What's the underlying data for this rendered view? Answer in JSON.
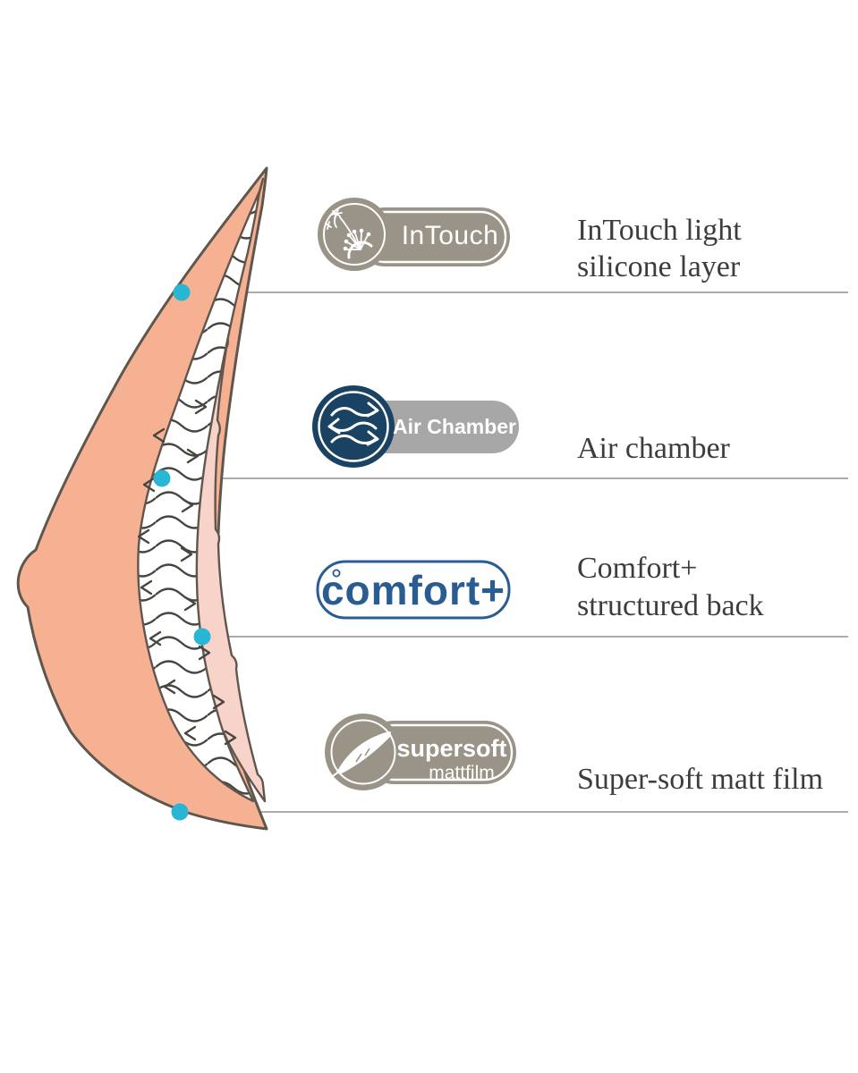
{
  "diagram": {
    "name": "breast-form-cross-section",
    "colors": {
      "body_peach": "#f6b193",
      "inner_pink": "#f8d3c9",
      "outline": "#5f574e",
      "wave_lines": "#47453f",
      "callout_dot_teal": "#29b5d4",
      "callout_line_gray": "#ababab",
      "label_text": "#3d3d3d",
      "badge_gray": "#9a9488",
      "pill_gray": "#a7a7a7",
      "navy": "#1a4363",
      "blue": "#2a5c94"
    }
  },
  "badges": {
    "intouch": {
      "text": "InTouch",
      "icon": "dandelion-icon"
    },
    "air_chamber": {
      "text": "Air Chamber",
      "icon": "air-waves-icon"
    },
    "comfort": {
      "text": "comfort+",
      "icon": "degree-ring-icon"
    },
    "supersoft": {
      "text_line1": "supersoft",
      "text_line2": "mattfilm",
      "icon": "feather-icon"
    }
  },
  "labels": {
    "intouch_line1": "InTouch light",
    "intouch_line2": "silicone layer",
    "air_chamber": "Air chamber",
    "comfort_line1": "Comfort+",
    "comfort_line2": "structured back",
    "supersoft": "Super-soft matt film"
  }
}
